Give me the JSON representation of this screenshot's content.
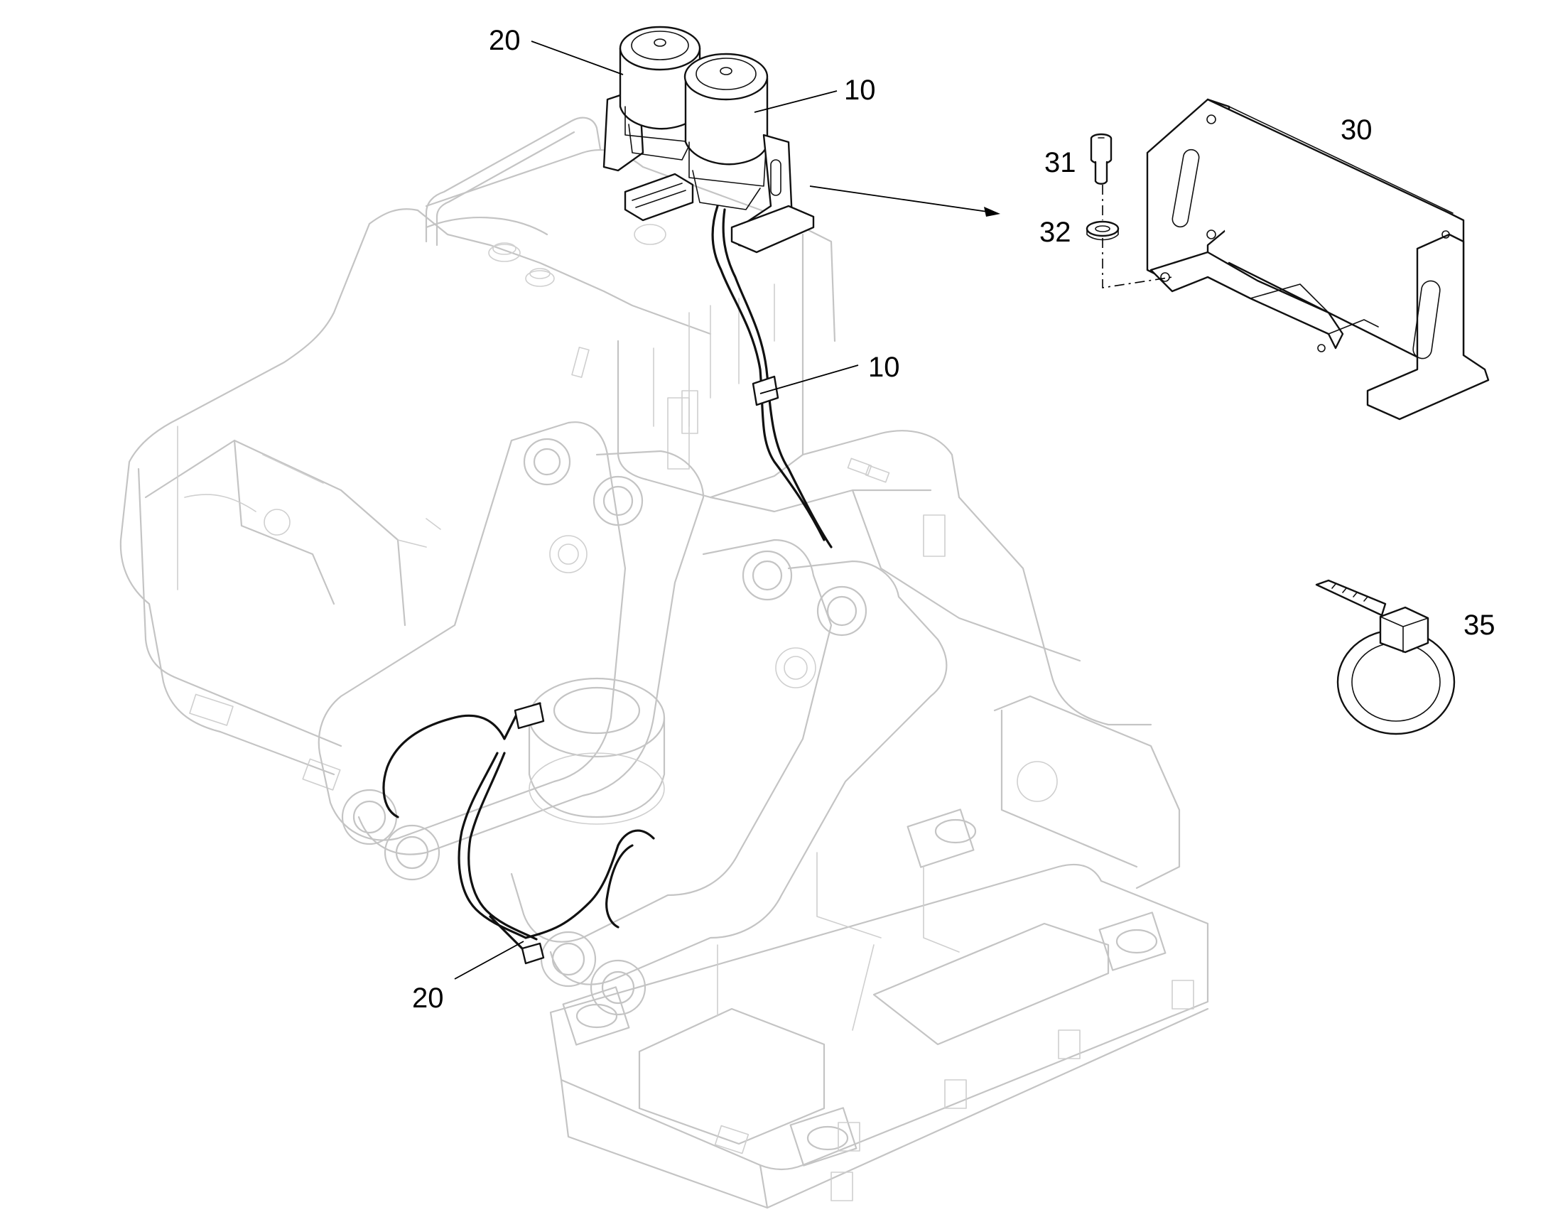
{
  "callouts": {
    "motor_group_top": "20",
    "motor_single_top": "10",
    "mounting_bracket": "30",
    "screw": "31",
    "washer": "32",
    "harness_mid": "10",
    "harness_lower": "20",
    "cable_tie": "35"
  },
  "colors": {
    "frame_outline": "#c4c4c4",
    "component_outline": "#111111",
    "background": "#ffffff"
  },
  "icons": {
    "screw": "hex-socket-screw-icon",
    "washer": "flat-washer-icon",
    "cable_tie": "cable-tie-icon"
  }
}
